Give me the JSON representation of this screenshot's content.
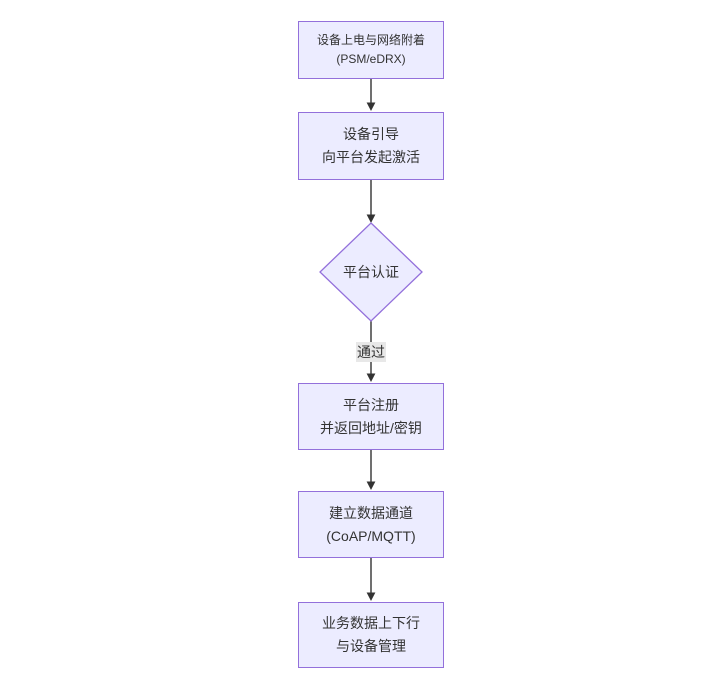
{
  "colors": {
    "background": "#ffffff",
    "node_fill": "#ececff",
    "node_border": "#9370db",
    "text": "#333333",
    "edge": "#333333",
    "edge_label_bg": "#e8e8e8"
  },
  "flowchart": {
    "nodes": [
      {
        "id": "power-attach",
        "shape": "rect",
        "lines": [
          "设备上电与网络附着",
          "(PSM/eDRX)"
        ]
      },
      {
        "id": "bootstrap-activate",
        "shape": "rect",
        "lines": [
          "设备引导",
          "向平台发起激活"
        ]
      },
      {
        "id": "platform-auth",
        "shape": "diamond",
        "lines": [
          "平台认证"
        ]
      },
      {
        "id": "platform-register",
        "shape": "rect",
        "lines": [
          "平台注册",
          "并返回地址/密钥"
        ]
      },
      {
        "id": "data-channel",
        "shape": "rect",
        "lines": [
          "建立数据通道",
          "(CoAP/MQTT)"
        ]
      },
      {
        "id": "business-data",
        "shape": "rect",
        "lines": [
          "业务数据上下行",
          "与设备管理"
        ]
      }
    ],
    "edges": [
      {
        "from": "power-attach",
        "to": "bootstrap-activate",
        "label": ""
      },
      {
        "from": "bootstrap-activate",
        "to": "platform-auth",
        "label": ""
      },
      {
        "from": "platform-auth",
        "to": "platform-register",
        "label": "通过"
      },
      {
        "from": "platform-register",
        "to": "data-channel",
        "label": ""
      },
      {
        "from": "data-channel",
        "to": "business-data",
        "label": ""
      }
    ]
  }
}
